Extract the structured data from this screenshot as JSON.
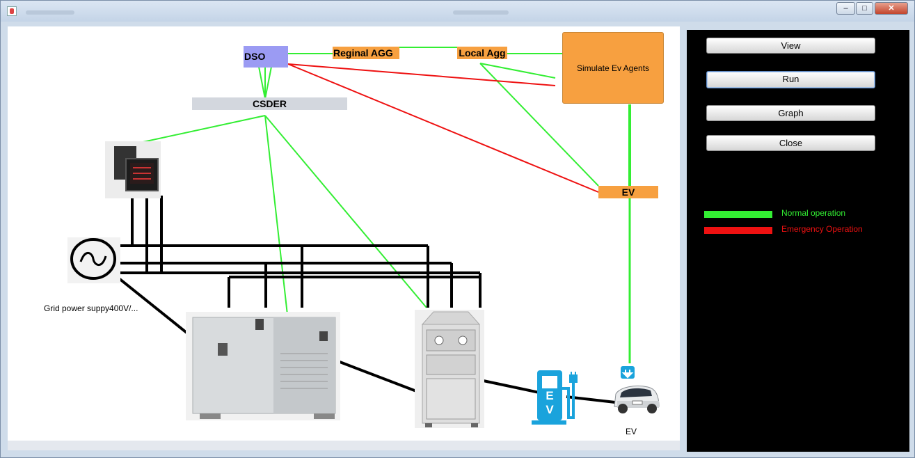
{
  "nodes": {
    "dso": "DSO",
    "regional_agg": "Reginal  AGG",
    "local_agg": "Local Agg",
    "simulate": "Simulate Ev Agents",
    "csder": "CSDER",
    "ev": "EV"
  },
  "labels": {
    "grid_supply": "Grid power suppy400V/...",
    "ev_caption": "EV",
    "ev_station_letters": "E V"
  },
  "buttons": {
    "view": "View",
    "run": "Run",
    "graph": "Graph",
    "close": "Close"
  },
  "legend": {
    "normal": "Normal operation",
    "emergency": "Emergency Operation"
  },
  "colors": {
    "normal": "#33ee33",
    "emergency": "#ee1111",
    "dso_box": "#9b9bf3",
    "agg_box": "#f7a040",
    "csder_box": "#d3d7de",
    "ev_station": "#1aa3dc"
  },
  "window": {
    "minimize": "–",
    "maximize": "□",
    "close": "✕"
  }
}
